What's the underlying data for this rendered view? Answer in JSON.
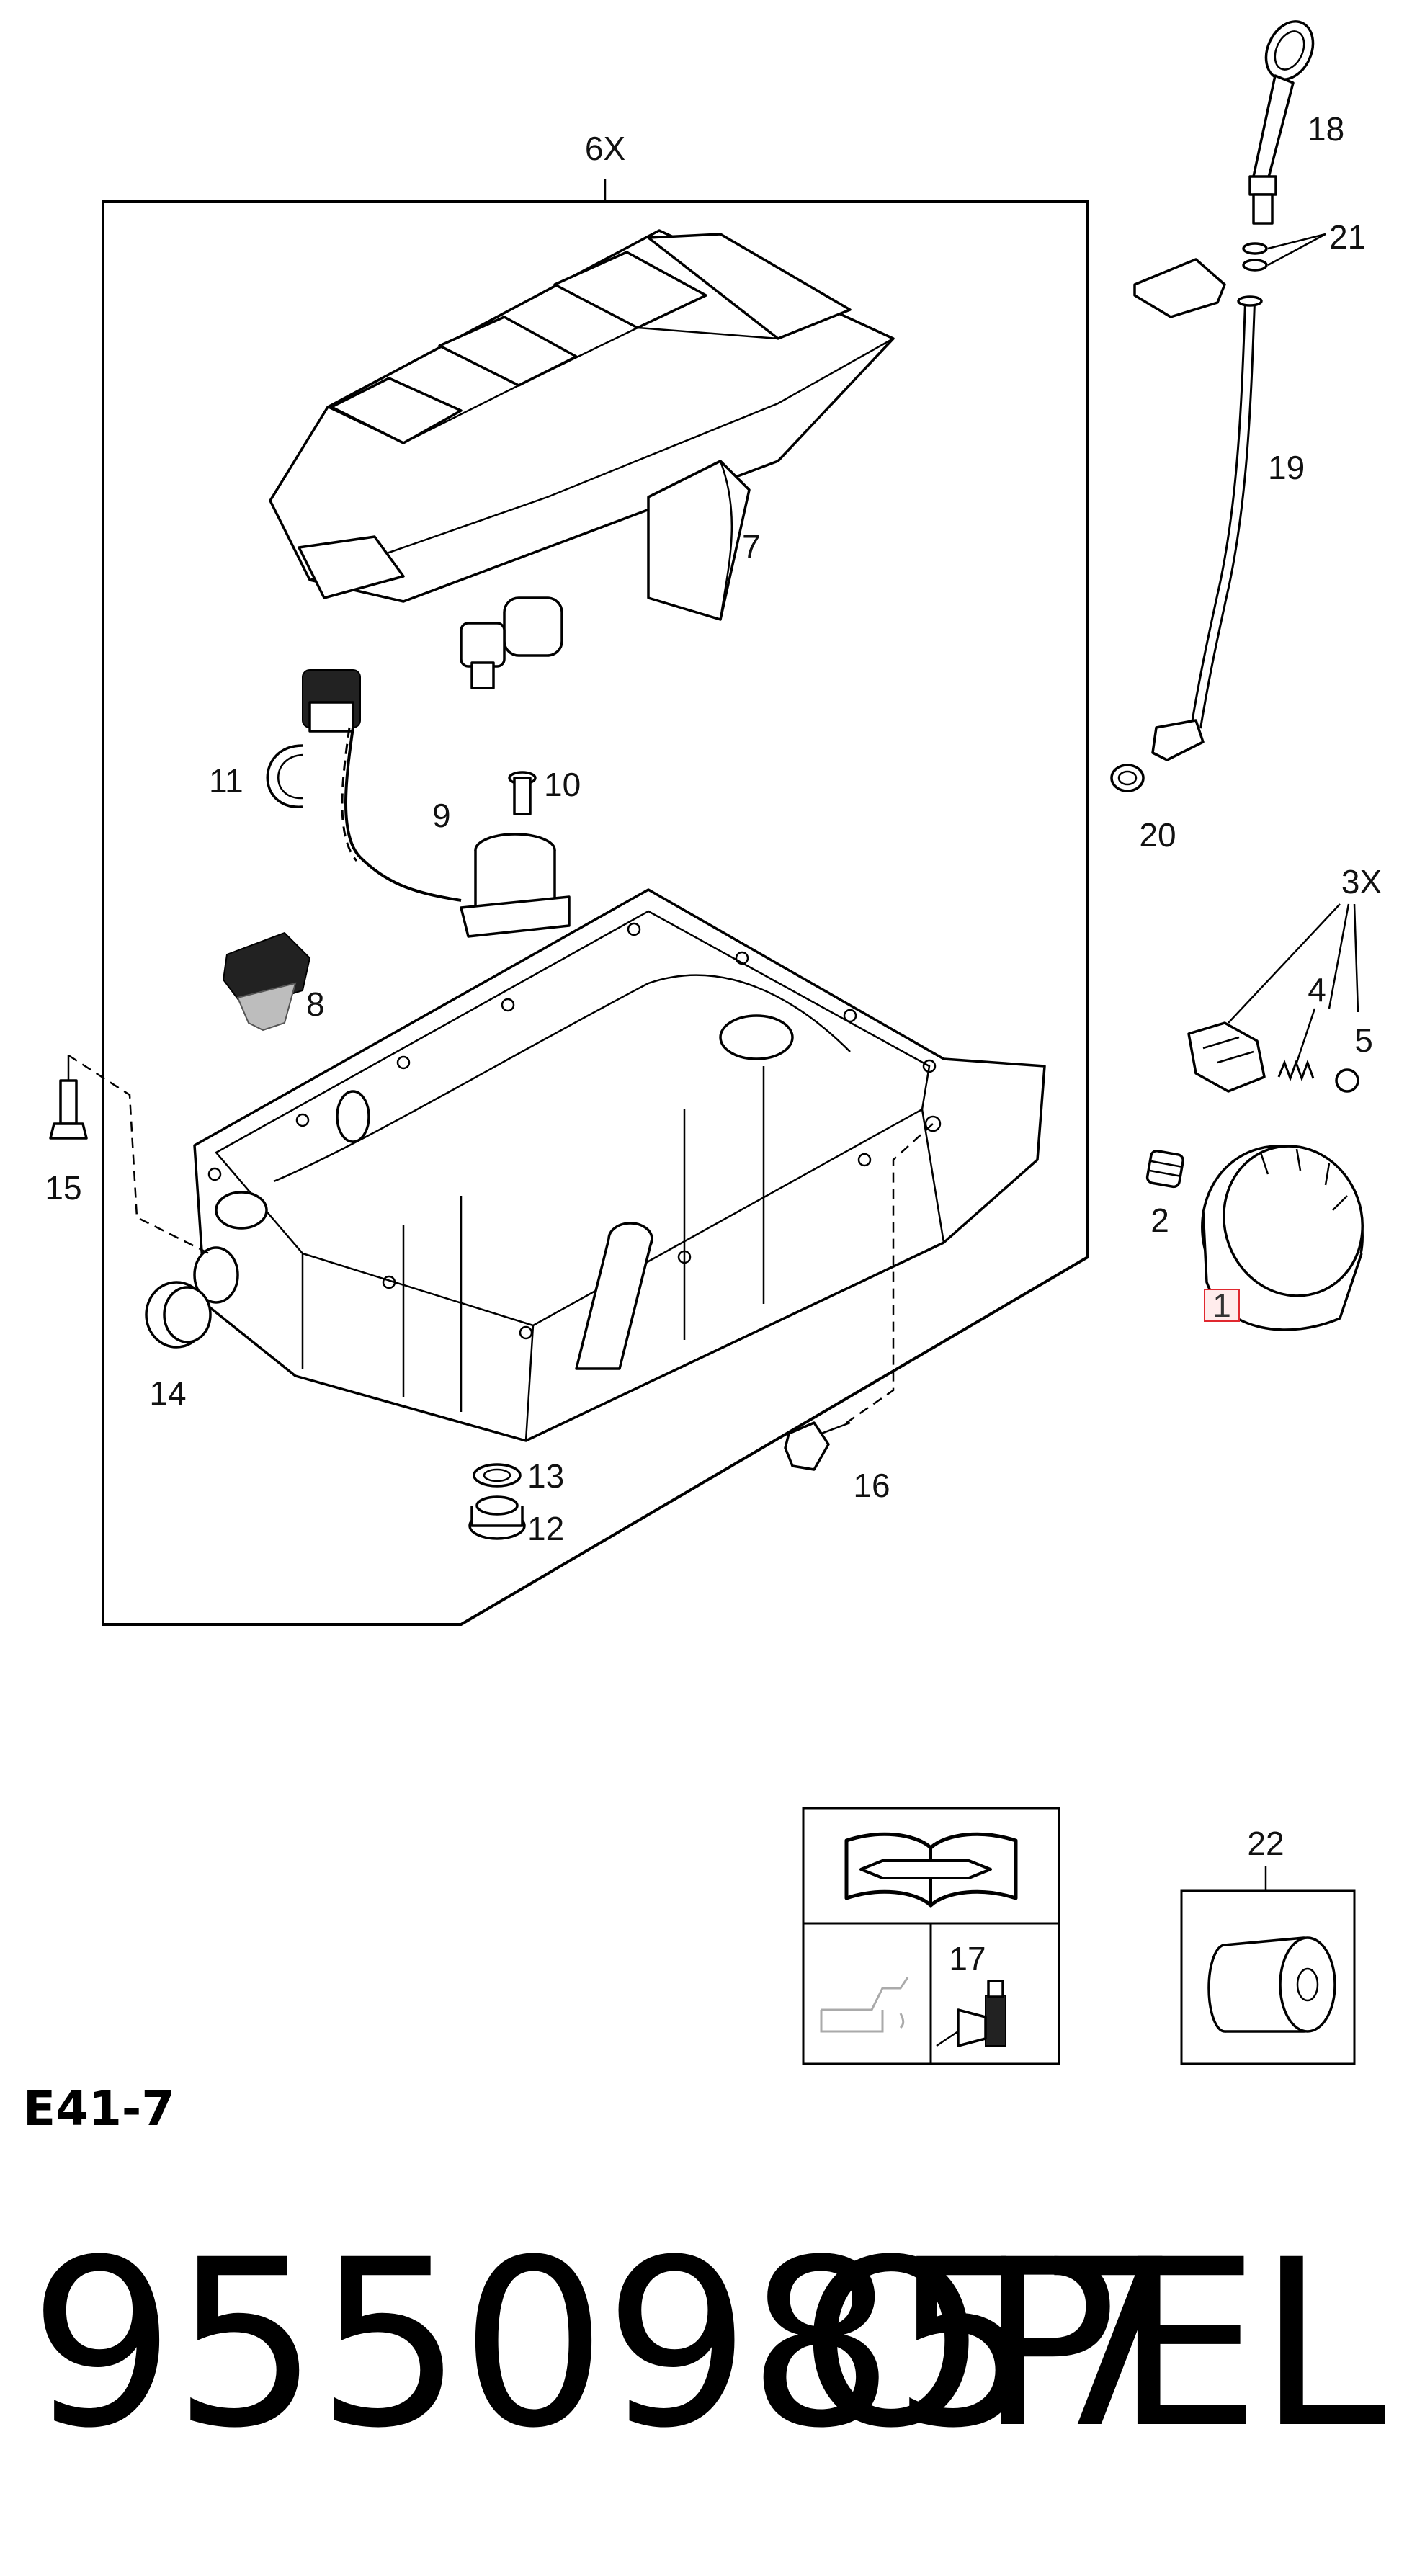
{
  "diagram": {
    "group_label": "6X",
    "callouts": [
      "18",
      "21",
      "19",
      "20",
      "3X",
      "4",
      "5",
      "2",
      "1",
      "7",
      "11",
      "10",
      "9",
      "8",
      "15",
      "14",
      "13",
      "12",
      "16",
      "17",
      "22"
    ],
    "ref_code": "E41-7",
    "part_number": "95509857",
    "brand": "OPEL",
    "highlighted_callout": "1",
    "highlight_color": "#e0282f"
  }
}
